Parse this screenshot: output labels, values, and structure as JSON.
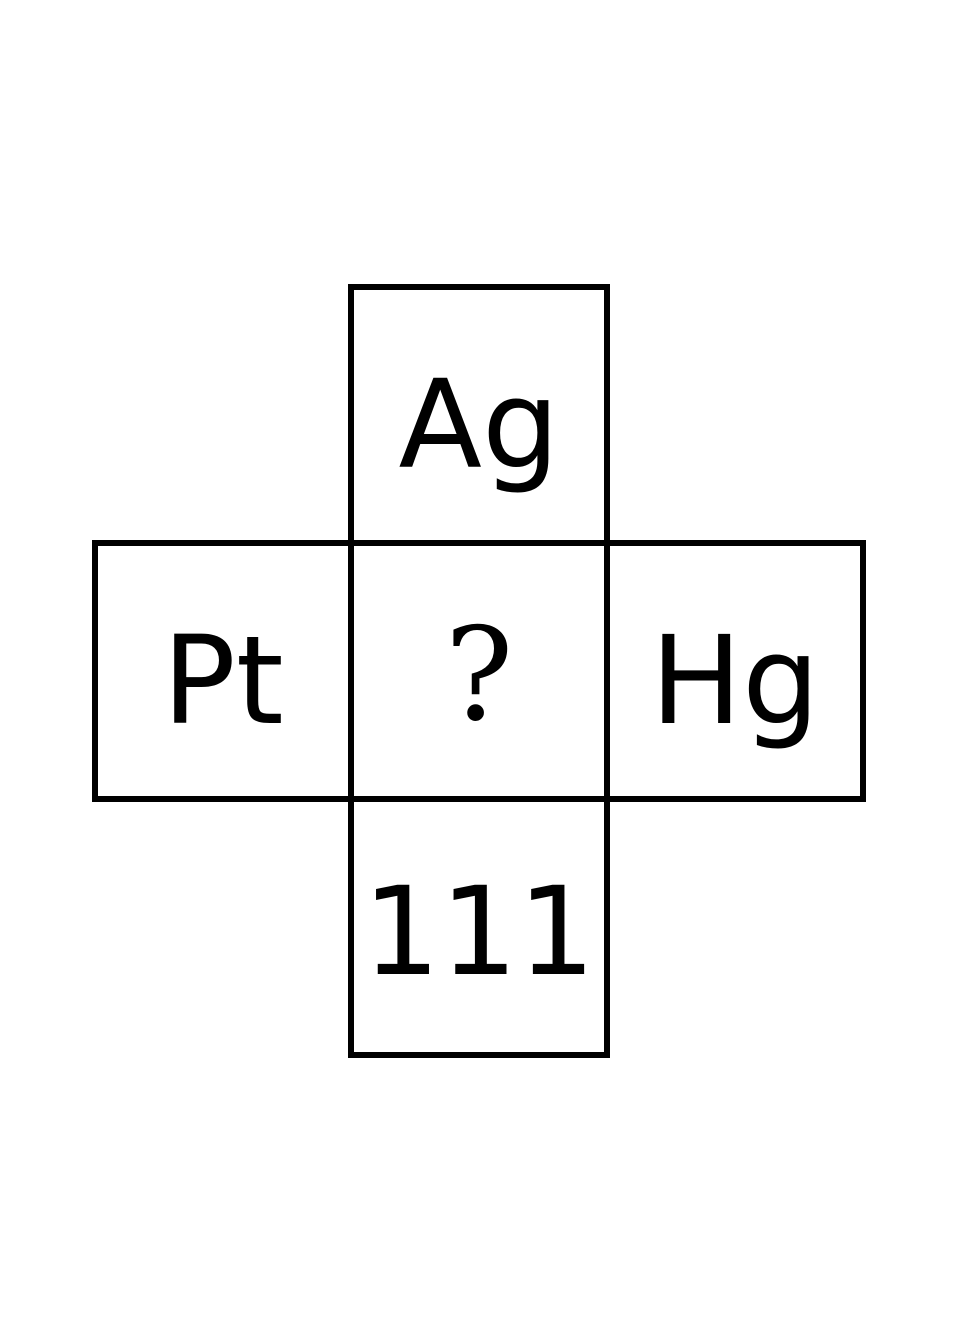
{
  "puzzle": {
    "top": "Ag",
    "left": "Pt",
    "center": "?",
    "right": "Hg",
    "bottom": "111"
  }
}
